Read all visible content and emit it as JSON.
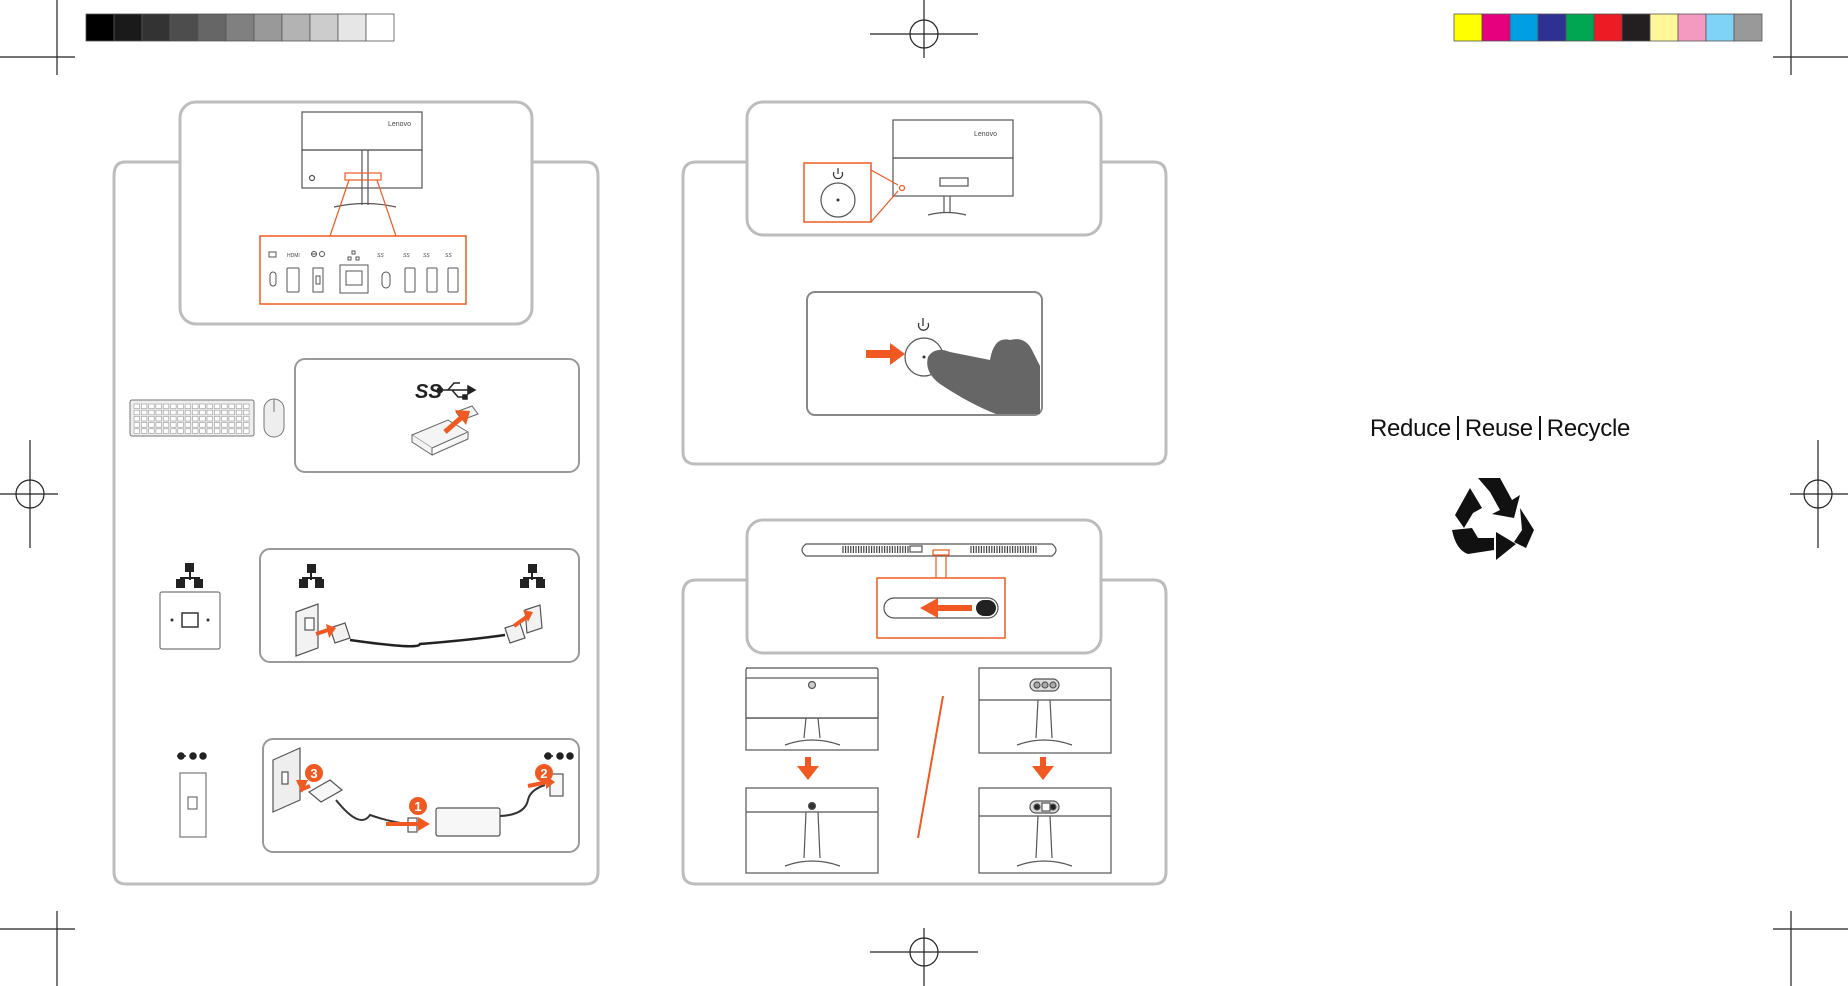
{
  "brand": {
    "logo_text": "Lenovo"
  },
  "ports": {
    "usb_superspeed_symbol": "SS",
    "hdmi_label": "HDMI"
  },
  "callouts": {
    "step_1": "1",
    "step_2": "2",
    "step_3": "3"
  },
  "eco": {
    "reduce": "Reduce",
    "reuse": "Reuse",
    "recycle": "Recycle"
  },
  "colors": {
    "accent_orange": "#f05a22",
    "panel_border": "#bdbdbd",
    "line_art": "#555555"
  },
  "color_bars": {
    "grayscale": [
      "#000000",
      "#1a1a1a",
      "#333333",
      "#4d4d4d",
      "#666666",
      "#808080",
      "#999999",
      "#b3b3b3",
      "#cccccc",
      "#e6e6e6",
      "#ffffff"
    ],
    "process": [
      "#ffff00",
      "#e6007e",
      "#009fe3",
      "#2e3192",
      "#00a651",
      "#ed1c24",
      "#231f20",
      "#fff799",
      "#f49ac1",
      "#7fd3f7",
      "#999999"
    ]
  }
}
